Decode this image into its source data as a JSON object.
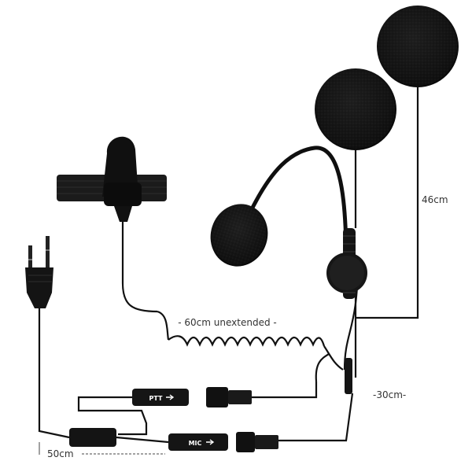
{
  "labels": {
    "cable_length_coiled": "- 60cm unextended -",
    "speaker_cable": "46cm",
    "headset_cable": "-30cm-",
    "plug_cable": "50cm"
  },
  "connectors": {
    "ptt": "PTT",
    "mic": "MIC"
  },
  "colors": {
    "product": "#111111",
    "background": "#ffffff",
    "measure_line": "#444444"
  }
}
